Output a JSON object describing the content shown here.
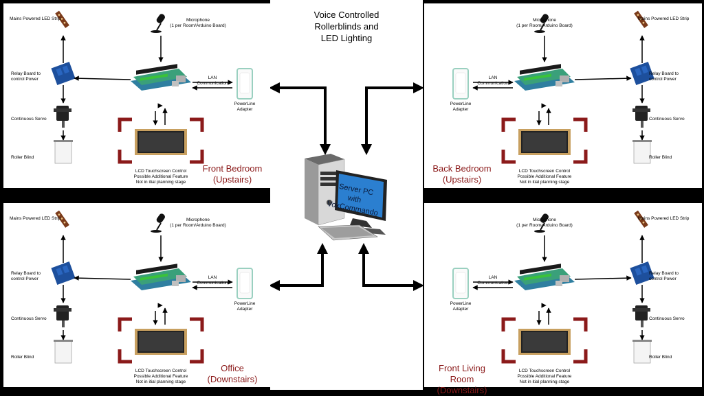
{
  "title": "Voice Controlled\nRollerblinds and\nLED Lighting",
  "server": {
    "line1": "Server PC",
    "line2": "with",
    "line3": "VoxCommando"
  },
  "labels": {
    "led_strip": "Mains Powered LED Strip",
    "microphone": "Microphone",
    "microphone_sub": "(1 per Room/Arduino Board)",
    "relay": "Relay Board to\ncontrol Power",
    "servo": "Continuous Servo",
    "blind": "Roller Blind",
    "lan": "LAN\nCommunication",
    "powerline": "PowerLine\nAdapter",
    "lcd": "LCD Touchscreen Control\nPossible Additional Feature\nNot in itial planning stage"
  },
  "rooms": {
    "front_bedroom": "Front Bedroom\n(Upstairs)",
    "back_bedroom": "Back Bedroom\n(Upstairs)",
    "office": "Office\n(Downstairs)",
    "front_living": "Front Living Room\n(Downstairs)"
  },
  "colors": {
    "room_label": "#8b1a1a",
    "bracket": "#8b1a1a",
    "background": "#000000",
    "panel": "#ffffff"
  }
}
